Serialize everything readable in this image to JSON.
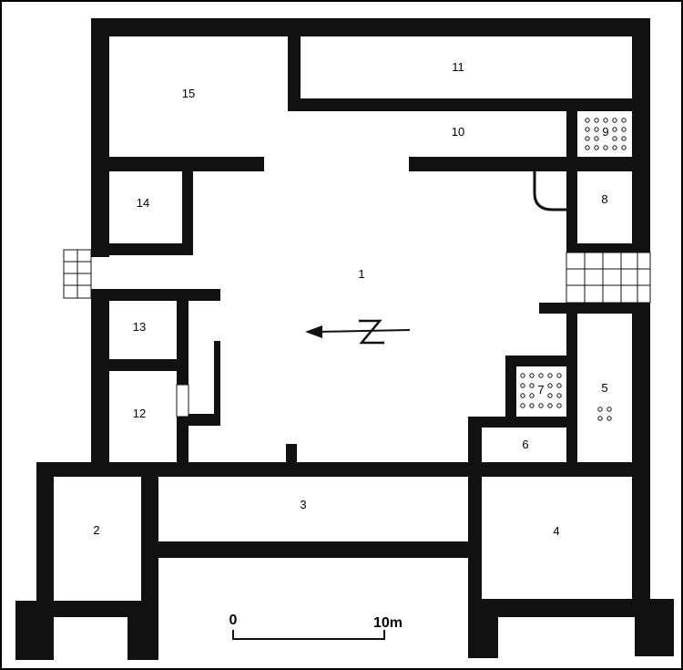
{
  "rooms": {
    "r1": "1",
    "r2": "2",
    "r3": "3",
    "r4": "4",
    "r5": "5",
    "r6": "6",
    "r7": "7",
    "r8": "8",
    "r9": "9",
    "r10": "10",
    "r11": "11",
    "r12": "12",
    "r13": "13",
    "r14": "14",
    "r15": "15"
  },
  "scale_bar": {
    "start": "0",
    "end": "10m"
  },
  "north_arrow": {
    "label": "N"
  }
}
